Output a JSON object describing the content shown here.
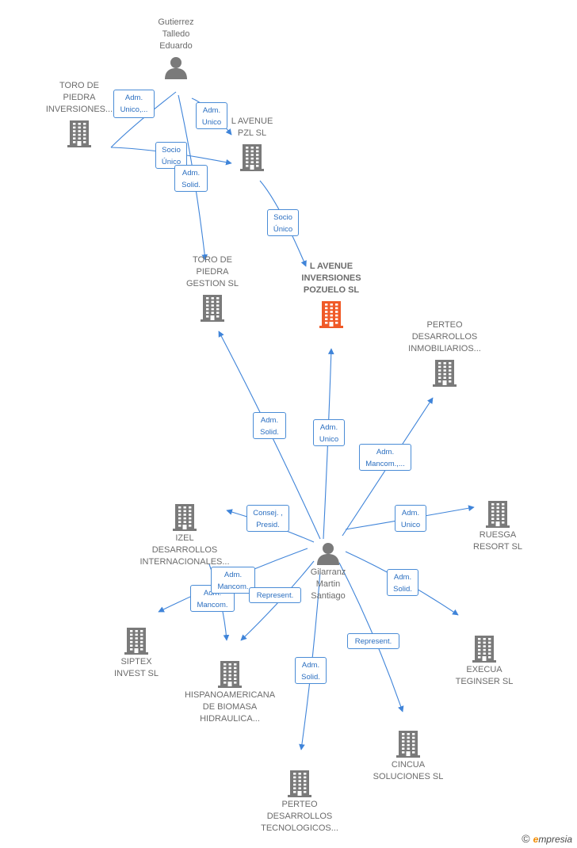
{
  "nodes": [
    {
      "id": "gutierrez",
      "type": "person",
      "lines": [
        "Gutierrez",
        "Talledo",
        "Eduardo"
      ]
    },
    {
      "id": "toro-inv",
      "type": "company",
      "lines": [
        "TORO DE",
        "PIEDRA",
        "INVERSIONES..."
      ]
    },
    {
      "id": "lavenue-pzl",
      "type": "company",
      "lines": [
        "L AVENUE",
        "PZL SL"
      ]
    },
    {
      "id": "toro-gestion",
      "type": "company",
      "lines": [
        "TORO DE",
        "PIEDRA",
        "GESTION SL"
      ]
    },
    {
      "id": "lavenue-inv",
      "type": "company",
      "focus": true,
      "lines": [
        "L AVENUE",
        "INVERSIONES",
        "POZUELO SL"
      ]
    },
    {
      "id": "perteo-inm",
      "type": "company",
      "lines": [
        "PERTEO",
        "DESARROLLOS",
        "INMOBILIARIOS..."
      ]
    },
    {
      "id": "izel",
      "type": "company",
      "lines": [
        "IZEL",
        "DESARROLLOS",
        "INTERNACIONALES..."
      ]
    },
    {
      "id": "ruesga",
      "type": "company",
      "lines": [
        "RUESGA",
        "RESORT SL"
      ]
    },
    {
      "id": "gilarranz",
      "type": "person",
      "lines": [
        "Gilarranz",
        "Martin",
        "Santiago"
      ]
    },
    {
      "id": "siptex",
      "type": "company",
      "lines": [
        "SIPTEX",
        "INVEST SL"
      ]
    },
    {
      "id": "hispano",
      "type": "company",
      "lines": [
        "HISPANOAMERICANA",
        "DE BIOMASA",
        "HIDRAULICA..."
      ]
    },
    {
      "id": "execua",
      "type": "company",
      "lines": [
        "EXECUA",
        "TEGINSER SL"
      ]
    },
    {
      "id": "cincua",
      "type": "company",
      "lines": [
        "CINCUA",
        "SOLUCIONES SL"
      ]
    },
    {
      "id": "perteo-tec",
      "type": "company",
      "lines": [
        "PERTEO",
        "DESARROLLOS",
        "TECNOLOGICOS..."
      ]
    }
  ],
  "edges": [
    {
      "id": "e1",
      "from": "toro-inv",
      "to": "gutierrez",
      "lines": [
        "Adm.",
        "Unico,..."
      ]
    },
    {
      "id": "e2",
      "from": "gutierrez",
      "to": "lavenue-pzl",
      "lines": [
        "Adm.",
        "Unico"
      ]
    },
    {
      "id": "e3",
      "from": "toro-inv",
      "to": "lavenue-pzl",
      "lines": [
        "Socio",
        "Único"
      ]
    },
    {
      "id": "e4",
      "from": "gutierrez",
      "to": "toro-gestion",
      "lines": [
        "Adm.",
        "Solid."
      ]
    },
    {
      "id": "e5",
      "from": "lavenue-pzl",
      "to": "lavenue-inv",
      "lines": [
        "Socio",
        "Único"
      ]
    },
    {
      "id": "e6",
      "from": "gilarranz",
      "to": "toro-gestion",
      "lines": [
        "Adm.",
        "Solid."
      ]
    },
    {
      "id": "e7",
      "from": "gilarranz",
      "to": "lavenue-inv",
      "lines": [
        "Adm.",
        "Unico"
      ]
    },
    {
      "id": "e8",
      "from": "gilarranz",
      "to": "perteo-inm",
      "lines": [
        "Adm.",
        "Mancom.,..."
      ]
    },
    {
      "id": "e9",
      "from": "gilarranz",
      "to": "izel",
      "lines": [
        "Consej. ,",
        "Presid."
      ]
    },
    {
      "id": "e10",
      "from": "gilarranz",
      "to": "ruesga",
      "lines": [
        "Adm.",
        "Unico"
      ]
    },
    {
      "id": "e11",
      "from": "gilarranz",
      "to": "siptex",
      "lines": [
        "Adm.",
        "Mancom."
      ]
    },
    {
      "id": "e12",
      "from": "izel",
      "to": "hispano",
      "lines": [
        "Adm.",
        "Mancom."
      ]
    },
    {
      "id": "e13",
      "from": "gilarranz",
      "to": "hispano",
      "lines": [
        "Represent."
      ]
    },
    {
      "id": "e14",
      "from": "gilarranz",
      "to": "execua",
      "lines": [
        "Adm.",
        "Solid."
      ]
    },
    {
      "id": "e15",
      "from": "gilarranz",
      "to": "cincua",
      "lines": [
        "Represent."
      ]
    },
    {
      "id": "e16",
      "from": "gilarranz",
      "to": "perteo-tec",
      "lines": [
        "Adm.",
        "Solid."
      ]
    }
  ],
  "brand": {
    "copyright": "©",
    "initial": "e",
    "rest": "mpresia"
  },
  "colors": {
    "edge": "#3f84d9",
    "tag_border": "#4a8cd6",
    "tag_text": "#2a6ec0",
    "icon": "#7a7a7a",
    "focus_icon": "#f05a28",
    "label": "#6b6b6b"
  }
}
